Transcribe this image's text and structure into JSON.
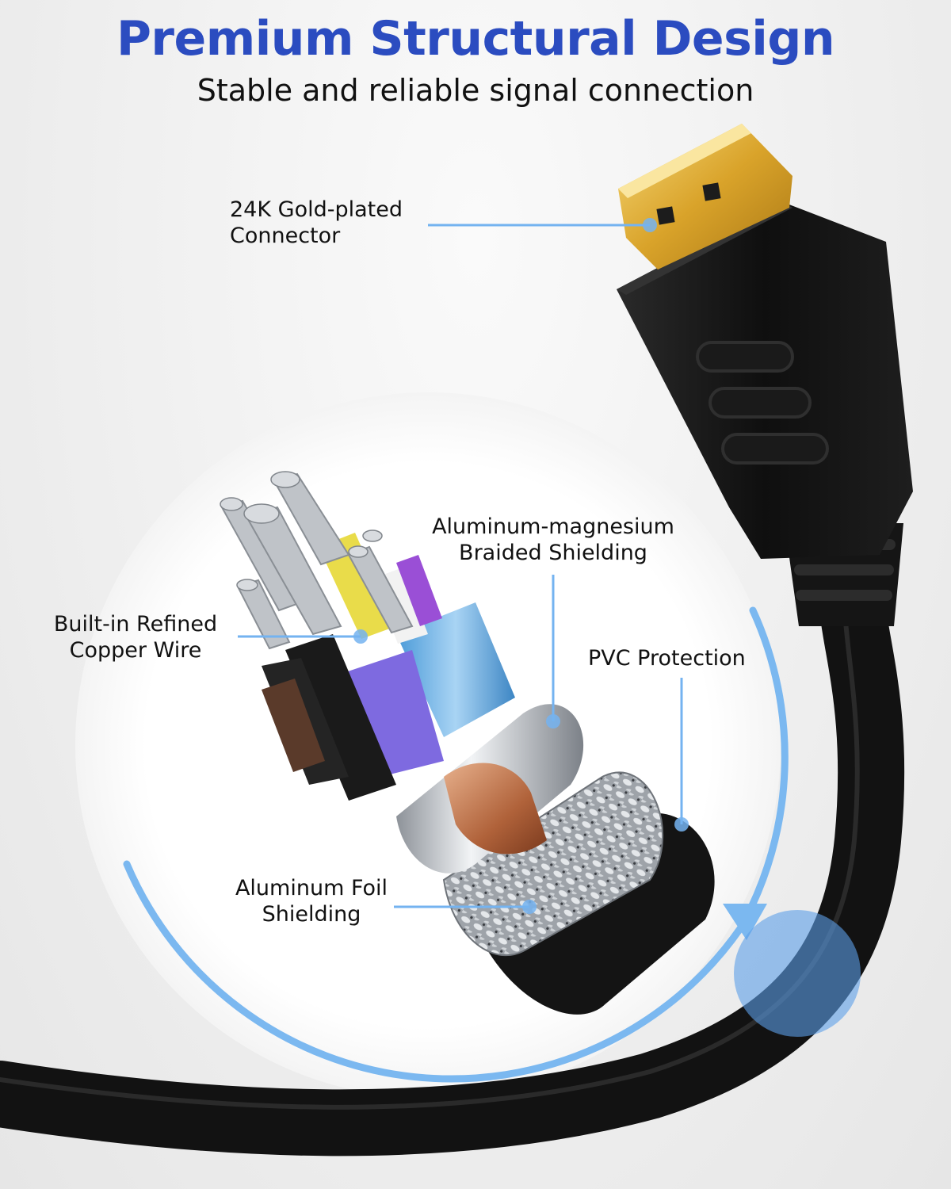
{
  "header": {
    "title": "Premium Structural Design",
    "subtitle": "Stable and reliable signal connection"
  },
  "callouts": {
    "gold_connector": {
      "line1": "24K Gold-plated",
      "line2": "Connector"
    },
    "copper_wire": {
      "line1": "Built-in Refined",
      "line2": "Copper Wire"
    },
    "braided_shielding": {
      "line1": "Aluminum-magnesium",
      "line2": "Braided Shielding"
    },
    "pvc_protection": {
      "line1": "PVC Protection"
    },
    "foil_shielding": {
      "line1": "Aluminum Foil",
      "line2": "Shielding"
    }
  },
  "colors": {
    "title": "#2b4cc0",
    "accent_blue": "#6fb2ee",
    "gold": "#e2b43a",
    "cable_black": "#141414",
    "copper": "#c07a52",
    "foil_silver": "#cfd3d8"
  },
  "icons": [
    "hdmi-connector-icon",
    "cable-cross-section-icon",
    "magnifier-lens-icon"
  ]
}
